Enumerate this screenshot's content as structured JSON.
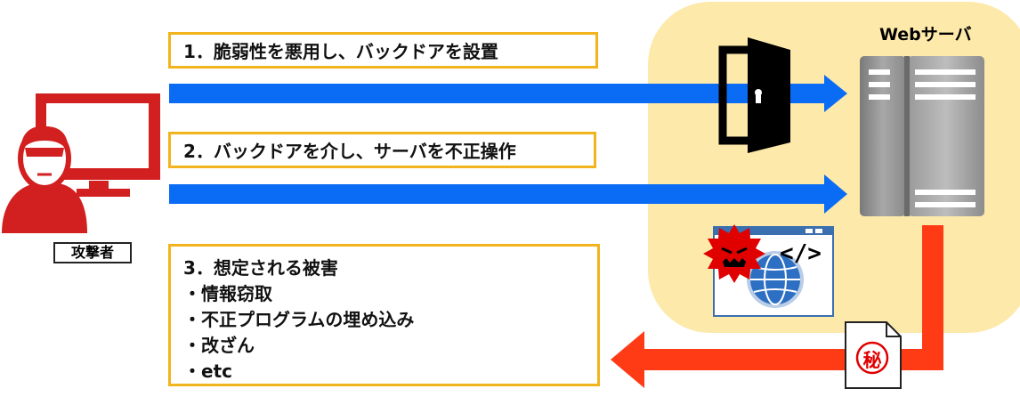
{
  "server": {
    "title": "Webサーバ"
  },
  "attacker": {
    "label": "攻撃者"
  },
  "steps": [
    {
      "text": "1．脆弱性を悪用し、バックドアを設置"
    },
    {
      "text": "2．バックドアを介し、サーバを不正操作"
    }
  ],
  "damages": {
    "title": "3．想定される被害",
    "items": [
      "・情報窃取",
      "・不正プログラムの埋め込み",
      "・改ざん",
      "・etc"
    ]
  },
  "document": {
    "mark": "秘"
  },
  "code_tag": "</>",
  "colors": {
    "blue_arrow": "#0a6cf5",
    "red_arrow": "#ff3b16",
    "box_border": "#f2b41c",
    "server_zone": "#fde9a9",
    "attacker_red": "#d21f1f"
  },
  "icons": [
    "attacker-icon",
    "monitor-icon",
    "door-icon",
    "server-icon",
    "malware-icon",
    "browser-icon",
    "globe-icon",
    "secret-document-icon"
  ]
}
